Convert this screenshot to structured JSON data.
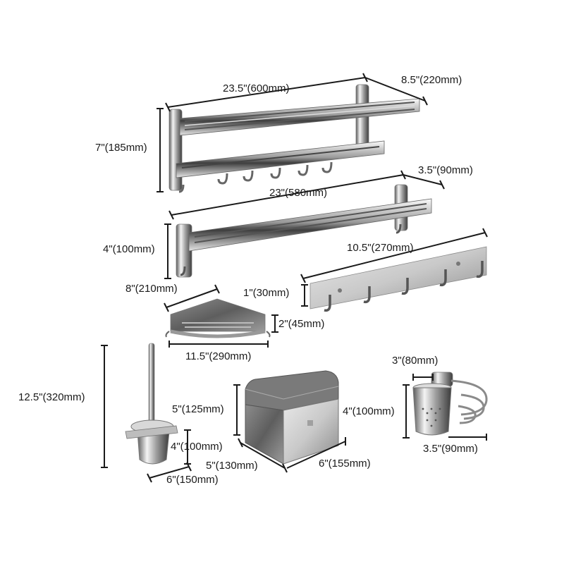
{
  "dimensions": {
    "rack_large_width": "23.5\"(600mm)",
    "rack_large_depth": "8.5\"(220mm)",
    "rack_large_height": "7\"(185mm)",
    "rack_small_width": "23\"(580mm)",
    "rack_small_depth": "3.5\"(90mm)",
    "rack_small_height": "4\"(100mm)",
    "hook_rail_width": "10.5\"(270mm)",
    "hook_rail_height": "1\"(30mm)",
    "corner_basket_depth": "8\"(210mm)",
    "corner_basket_height": "2\"(45mm)",
    "corner_basket_width": "11.5\"(290mm)",
    "toilet_brush_height": "12.5\"(320mm)",
    "toilet_brush_cup_height": "4\"(100mm)",
    "toilet_brush_width": "6\"(150mm)",
    "tissue_box_height": "5\"(125mm)",
    "tissue_box_depth": "5\"(130mm)",
    "tissue_box_width": "6\"(155mm)",
    "cup_holder_top_width": "3\"(80mm)",
    "cup_holder_height": "4\"(100mm)",
    "cup_holder_width": "3.5\"(90mm)"
  },
  "colors": {
    "chrome_light": "#f2f2f2",
    "chrome_mid": "#b9b9b9",
    "chrome_dark": "#4a4a4a",
    "dimension_line": "#1a1a1a"
  }
}
